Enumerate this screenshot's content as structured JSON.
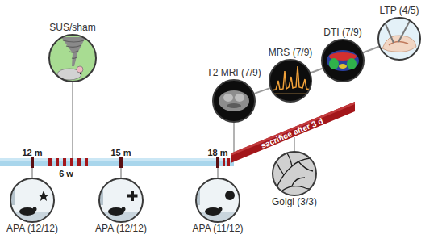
{
  "diagram": {
    "nodes": [
      {
        "text": [
          "SUS/sham"
        ]
      },
      {
        "text": [
          "T2 MRI (7/9)"
        ]
      },
      {
        "text": [
          "MRS (7/9)"
        ]
      },
      {
        "text": [
          "DTI (7/9)"
        ]
      },
      {
        "text": [
          "LTP (4/5)"
        ]
      },
      {
        "text": [
          "APA (12/12)"
        ]
      },
      {
        "text": [
          "APA (12/12)"
        ]
      },
      {
        "text": [
          "APA (11/12)"
        ]
      },
      {
        "text": [
          "Golgi (3/3)"
        ]
      }
    ],
    "edges": [
      {
        "from": 1,
        "to": 2,
        "arrow": "none"
      },
      {
        "from": 2,
        "to": 3,
        "arrow": "none"
      },
      {
        "from": 3,
        "to": 4,
        "arrow": "none"
      }
    ],
    "labels": [
      "12 m",
      "6 w",
      "15 m",
      "18 m",
      "sacrifice after 3 d"
    ]
  }
}
